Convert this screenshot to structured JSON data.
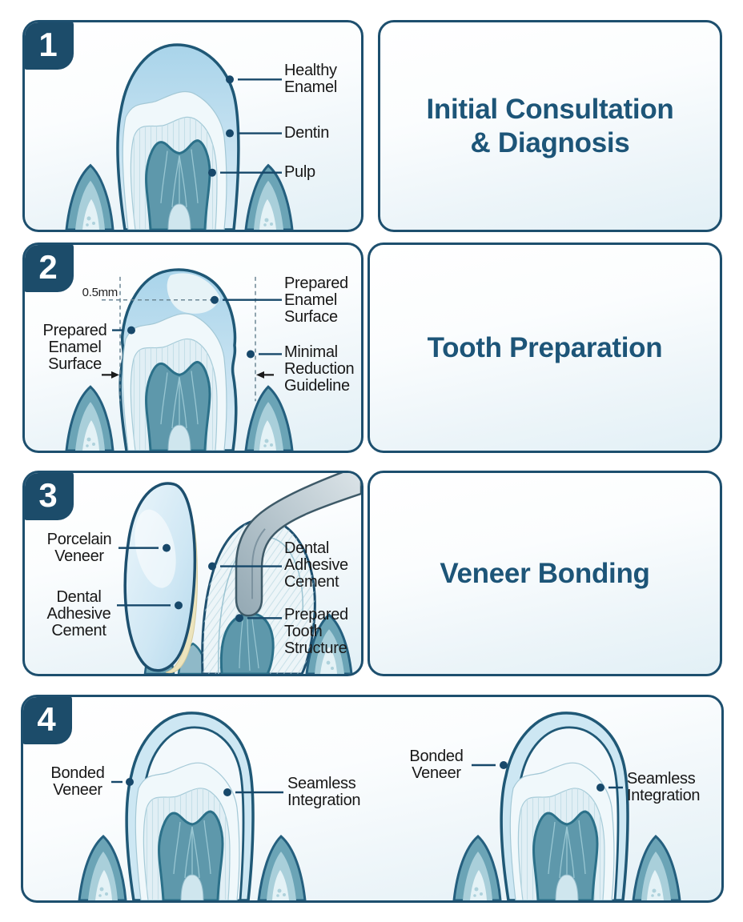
{
  "infographic": {
    "subject": "Porcelain veneer dental procedure, 4 steps",
    "colors": {
      "panel_border": "#1d4f6e",
      "badge_background": "#1c4c6a",
      "badge_number": "#ffffff",
      "title_text": "#1d5578",
      "label_text": "#181818",
      "leader_line": "#17486a",
      "enamel_blue": "#aed7ec",
      "dentin_light": "#e1eff5",
      "pulp_teal": "#5e98ab",
      "adhesive_cream": "#ece4bd",
      "tool_gray": "#aec0c9",
      "panel_background_bottom": "#e2f0f6"
    }
  },
  "steps": [
    {
      "number": "1",
      "title": [
        "Initial Consultation",
        "& Diagnosis"
      ],
      "labels": {
        "healthy_enamel": [
          "Healthy",
          "Enamel"
        ],
        "dentin": [
          "Dentin"
        ],
        "pulp": [
          "Pulp"
        ]
      }
    },
    {
      "number": "2",
      "title": [
        "Tooth Preparation"
      ],
      "measurement": "0.5mm",
      "labels": {
        "prepared_enamel_left": [
          "Prepared",
          "Enamel",
          "Surface"
        ],
        "prepared_enamel_top": [
          "Prepared",
          "Enamel",
          "Surface"
        ],
        "minimal_reduction": [
          "Minimal",
          "Reduction",
          "Guideline"
        ]
      }
    },
    {
      "number": "3",
      "title": [
        "Veneer Bonding"
      ],
      "labels": {
        "porcelain_veneer": [
          "Porcelain",
          "Veneer"
        ],
        "adhesive_left": [
          "Dental",
          "Adhesive",
          "Cement"
        ],
        "adhesive_right": [
          "Dental",
          "Adhesive",
          "Cement"
        ],
        "prepared_tooth": [
          "Prepared",
          "Tooth",
          "Structure"
        ]
      }
    },
    {
      "number": "4",
      "labels": {
        "bonded_veneer_left": [
          "Bonded",
          "Veneer"
        ],
        "seamless_left": [
          "Seamless",
          "Integration"
        ],
        "bonded_veneer_right": [
          "Bonded",
          "Veneer"
        ],
        "seamless_right": [
          "Seamless",
          "Integration"
        ]
      }
    }
  ]
}
